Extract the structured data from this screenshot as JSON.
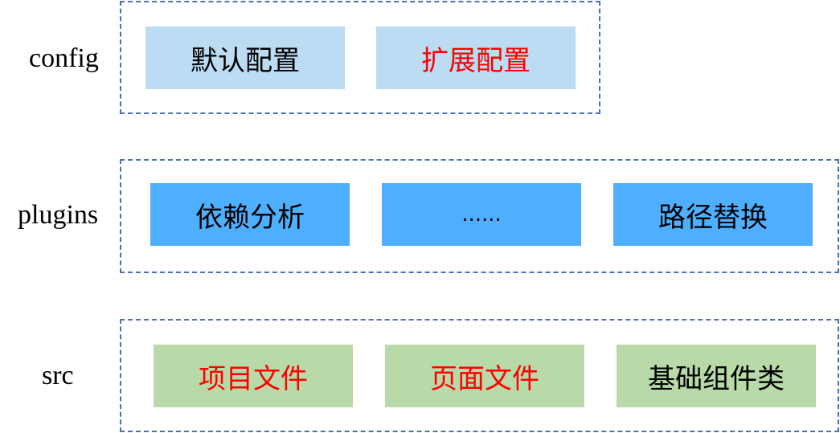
{
  "layers": [
    {
      "label": "config",
      "boxes": [
        {
          "text": "默认配置",
          "color": "#000000"
        },
        {
          "text": "扩展配置",
          "color": "#ff0000"
        }
      ]
    },
    {
      "label": "plugins",
      "boxes": [
        {
          "text": "依赖分析",
          "color": "#000000"
        },
        {
          "text": "......",
          "color": "#000000"
        },
        {
          "text": "路径替换",
          "color": "#000000"
        }
      ]
    },
    {
      "label": "src",
      "boxes": [
        {
          "text": "项目文件",
          "color": "#ff0000"
        },
        {
          "text": "页面文件",
          "color": "#ff0000"
        },
        {
          "text": "基础组件类",
          "color": "#000000"
        }
      ]
    }
  ],
  "colors": {
    "config_box_fill": "#bcdcf3",
    "plugins_box_fill": "#4fafff",
    "src_box_fill": "#b8d9a8",
    "dashed_border": "#4a72b8"
  }
}
